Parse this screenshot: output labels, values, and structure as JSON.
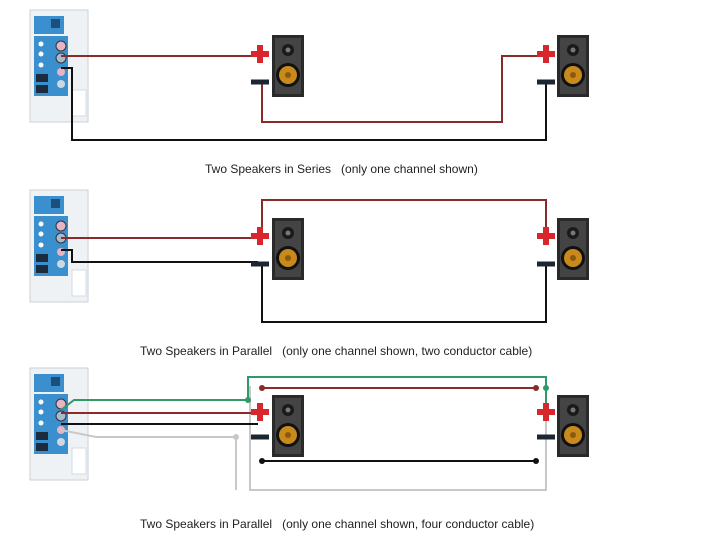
{
  "captions": {
    "series": "Two Speakers in Series   (only one channel shown)",
    "parallel_two": "Two Speakers in Parallel   (only one channel shown, two conductor cable)",
    "parallel_four": "Two Speakers in Parallel   (only one channel shown, four conductor cable)"
  },
  "colors": {
    "positive_wire": "#8b2a2a",
    "negative_wire": "#111111",
    "green_wire": "#2e9a6a",
    "gray_wire": "#c8c8c8",
    "terminal_red": "#d8262f",
    "amp_blue": "#3a8fcf",
    "amp_body": "#e7edf2",
    "speaker_cone": "#c98a1c"
  },
  "icons": {
    "amplifier": "amplifier-icon",
    "speaker": "speaker-icon",
    "plus_terminal": "plus-terminal-icon",
    "minus_terminal": "minus-terminal-icon"
  }
}
